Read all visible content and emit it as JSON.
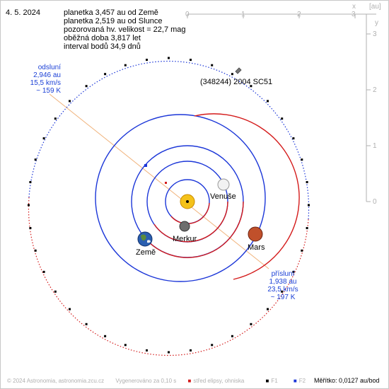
{
  "date": "4. 5. 2024",
  "info_lines": [
    "planetka 3,457 au od Země",
    "planetka 2,519 au od Slunce",
    "pozorovaná hv. velikost = 22,7 mag",
    "oběžná doba 3,817 let",
    "interval bodů 34,9 dnů"
  ],
  "aphelion": {
    "title": "odsluní",
    "distance": "2,946 au",
    "speed": "15,5 km/s",
    "temp": "~ 159 K"
  },
  "perihelion": {
    "title": "přísluní",
    "distance": "1,938 au",
    "speed": "23,5 km/s",
    "temp": "~ 197 K"
  },
  "asteroid_name": "(348244) 2004 SC51",
  "planets": {
    "venus": "Venuše",
    "mercury": "Merkur",
    "earth": "Země",
    "mars": "Mars"
  },
  "axis_top": {
    "ticks": [
      "0",
      "1",
      "2",
      "3"
    ],
    "x_label": "x",
    "unit": "[au]"
  },
  "axis_right": {
    "ticks": [
      "3",
      "2",
      "1",
      "0"
    ],
    "y_label": "y"
  },
  "footer": {
    "copyright": "© 2024 Astronomia, astronomia.zcu.cz",
    "generated": "Vygenerováno za 0,10 s",
    "legend_center": "střed elipsy, ohniska",
    "legend_f1": "F1",
    "legend_f2": "F2",
    "scale": "Měřítko: 0,0127 au/bod"
  },
  "colors": {
    "orbit_blue": "#1b36d8",
    "orbit_red": "#d41b1b",
    "apsis_line": "#f0b27a",
    "axis_gray": "#b0b0b0",
    "sun": "#f4c21a",
    "mars": "#c0502b"
  }
}
